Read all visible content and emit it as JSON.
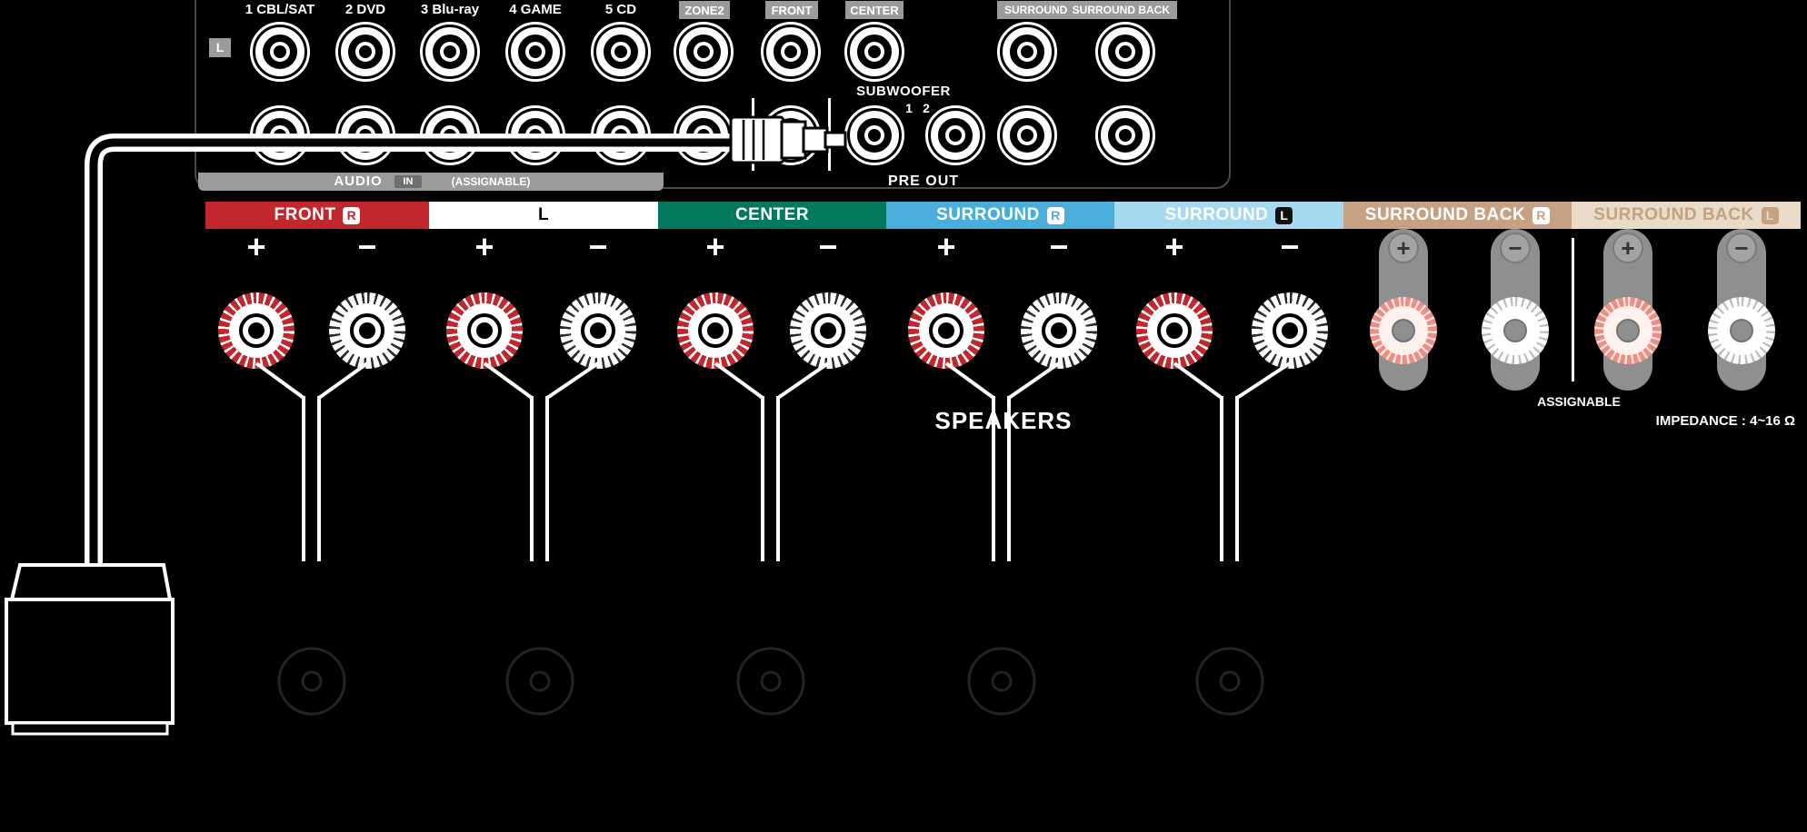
{
  "colors": {
    "front_red": "#c1272d",
    "center_teal": "#00795f",
    "surround_blue": "#49aedb",
    "surround_light_blue": "#a6d9f0",
    "surround_back_tan": "#c7a183",
    "surround_back_light_tan": "#e9dbc7",
    "label_gray": "#9b9b9b",
    "faded_terminal_salmon": "#ee8e82"
  },
  "top_panel": {
    "inputs": [
      "1 CBL/SAT",
      "2 DVD",
      "3 Blu-ray",
      "4 GAME",
      "5 CD"
    ],
    "row_label": "L",
    "audio_bar": {
      "audio": "AUDIO",
      "in_badge": "IN",
      "assignable": "(ASSIGNABLE)"
    },
    "pre_out": {
      "zone2": "ZONE2",
      "front": "FRONT",
      "center": "CENTER",
      "surround": "SURROUND",
      "surround_back": "SURROUND BACK",
      "subwoofer": "SUBWOOFER",
      "sub_1": "1",
      "sub_2": "2",
      "label": "PRE OUT"
    }
  },
  "speaker_section": {
    "plus": "+",
    "minus": "−",
    "channels": [
      {
        "label": "FRONT",
        "badge": "R"
      },
      {
        "label": "L",
        "badge": ""
      },
      {
        "label": "CENTER",
        "badge": ""
      },
      {
        "label": "SURROUND",
        "badge": "R"
      },
      {
        "label": "SURROUND",
        "badge": "L"
      },
      {
        "label": "SURROUND BACK",
        "badge": "R"
      },
      {
        "label": "SURROUND BACK",
        "badge": "L"
      }
    ],
    "speakers_label": "SPEAKERS",
    "assignable_label": "ASSIGNABLE",
    "impedance_label": "IMPEDANCE : 4~16 Ω"
  }
}
